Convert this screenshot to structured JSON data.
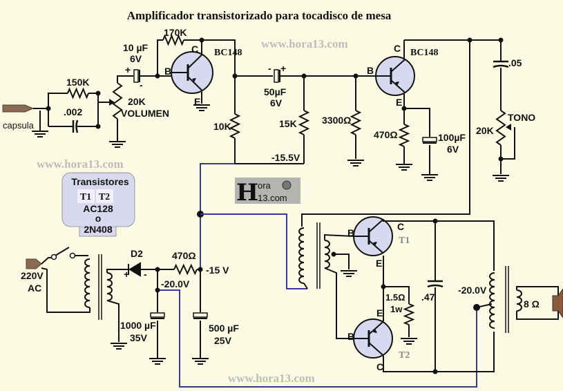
{
  "title": "Amplificador transistorizado para tocadisco de mesa",
  "watermark": "www.hora13.com",
  "logo": {
    "line1": "ora",
    "line2": "13.com",
    "letter": "H"
  },
  "colors": {
    "background": "#fbfbe3",
    "wire": "#111111",
    "supply_wire": "#3a3a96",
    "transistor_fill": "#d8d8f0",
    "watermark": "#bdbdb8"
  },
  "input": {
    "label": "capsula",
    "r1": "150K",
    "c1": ".002",
    "pot": "20K",
    "pot_name": "VOLUMEN",
    "cap_value": "10 µF",
    "cap_voltage": "6V",
    "plus": "+",
    "minus": "-"
  },
  "stage1": {
    "feedback_r": "170K",
    "transistor": "BC148",
    "b": "B",
    "c": "C",
    "e": "E",
    "load_r": "10K"
  },
  "stage2": {
    "cap_value": "50µF",
    "cap_voltage": "6V",
    "r_bias1": "15K",
    "r_bias2": "3300Ω",
    "voltage": "-15.5V",
    "transistor": "BC148",
    "b": "B",
    "c": "C",
    "e": "E",
    "r_emitter": "470Ω",
    "cap_e": "100µF",
    "cap_e_voltage": "6V",
    "plus": "+",
    "minus": "-"
  },
  "tone": {
    "cap": ".05",
    "pot": "20K",
    "name": "TONO"
  },
  "transistors_box": {
    "title": "Transistores",
    "t1": "T1",
    "t2": "T2",
    "model1": "AC128",
    "or": "o",
    "model2": "2N408"
  },
  "output": {
    "t1": "T1",
    "t2": "T2",
    "b": "B",
    "c": "C",
    "e": "E",
    "r_e": "1.5Ω",
    "r_e_power": "1w",
    "cap": ".47",
    "voltage": "-20.0V",
    "speaker": "8 Ω"
  },
  "supply": {
    "mains": "220V",
    "ac": "AC",
    "diode": "D2",
    "plus": "+",
    "minus": "-",
    "r": "470Ω",
    "v_out": "-15 V",
    "v_in": "-20.0V",
    "c1": "1000 µF",
    "c1_voltage": "35V",
    "c2": "500 µF",
    "c2_voltage": "25V"
  }
}
